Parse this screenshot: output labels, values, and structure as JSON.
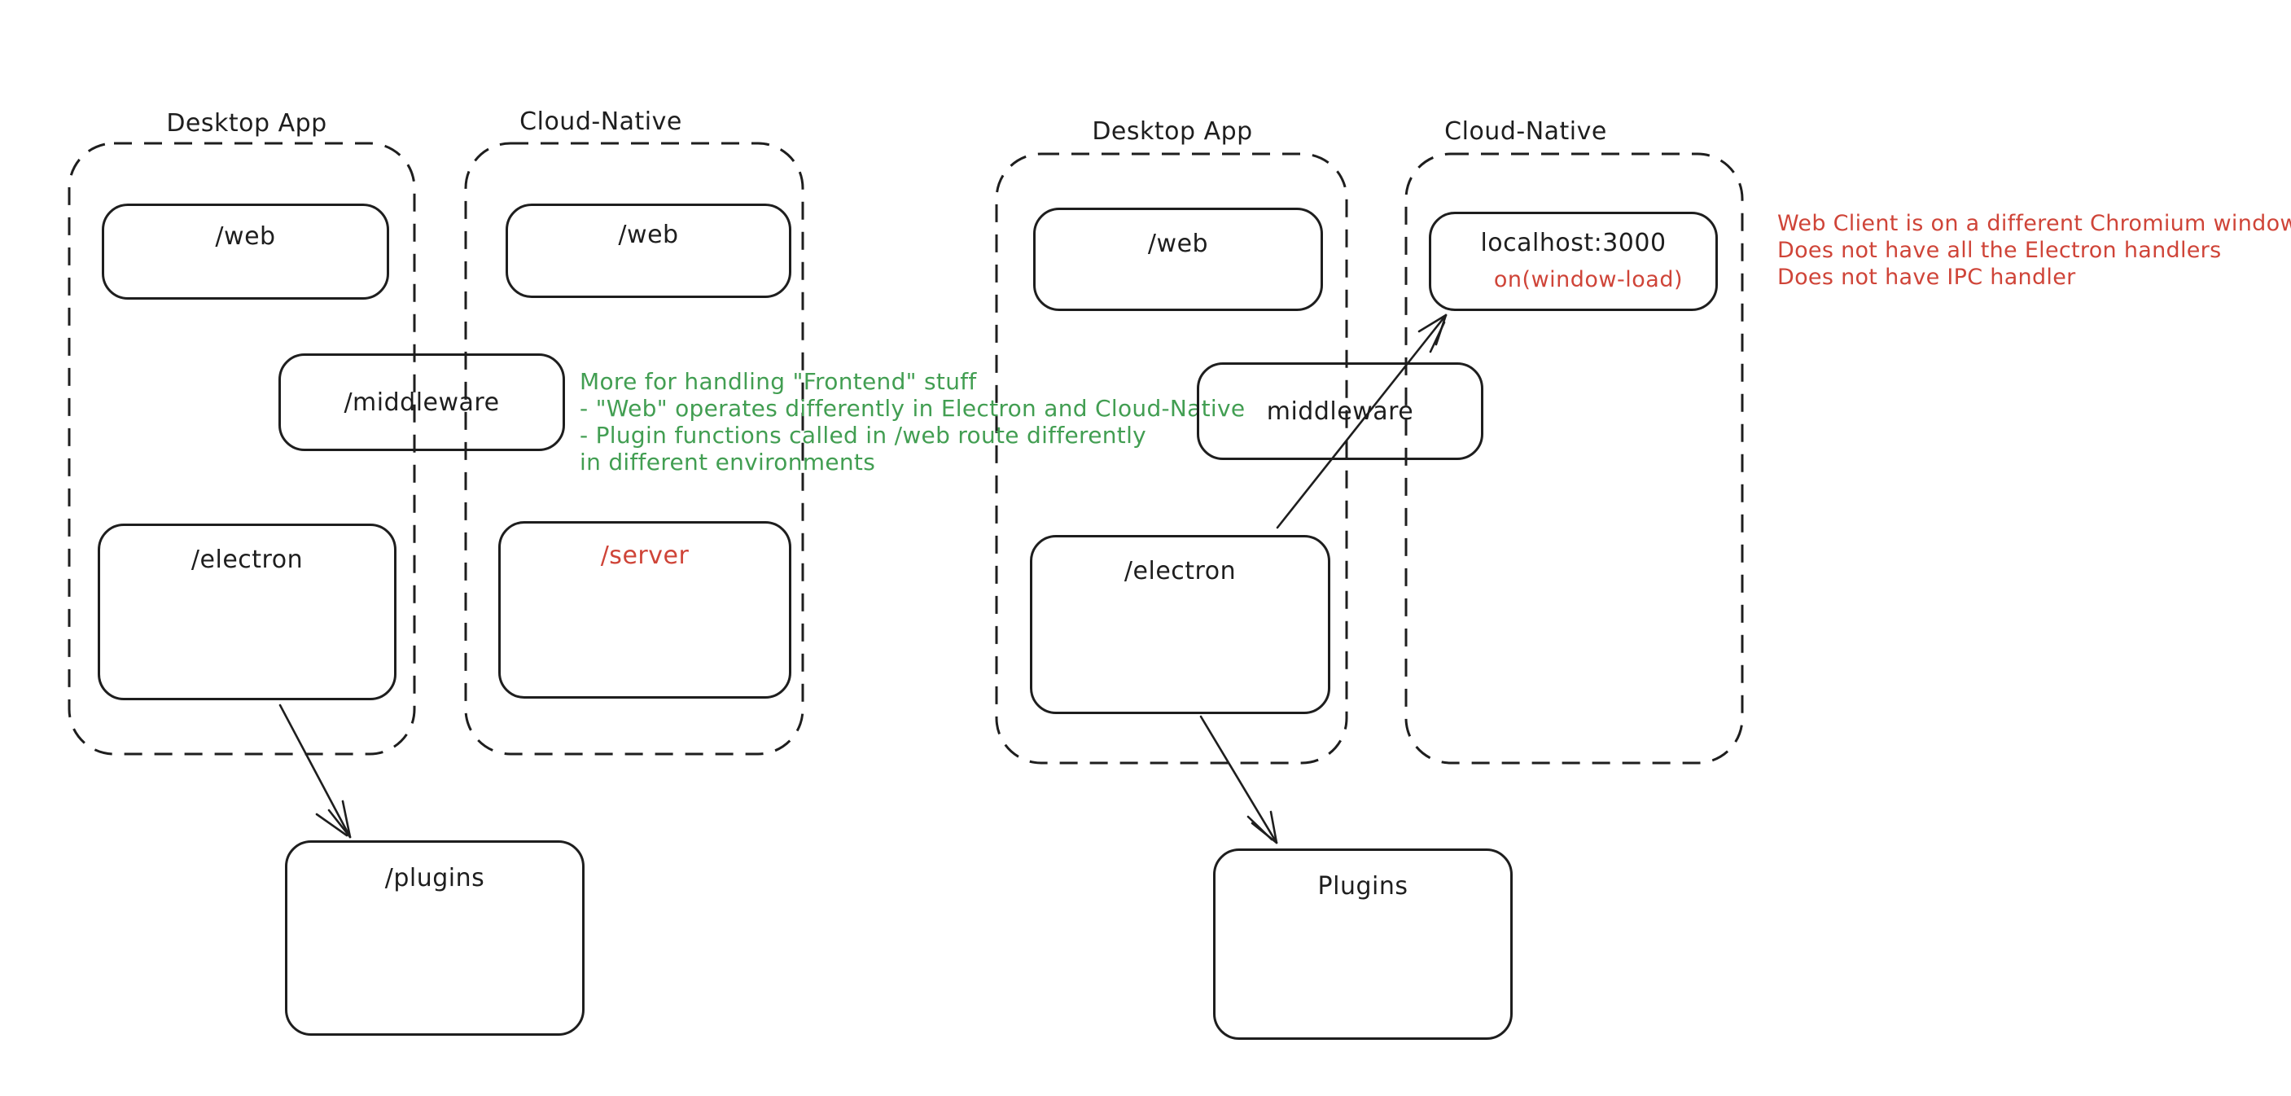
{
  "colors": {
    "ink": "#1e1e1e",
    "background": "#ffffff",
    "red_accent": "#cf4438",
    "green_accent": "#429e52"
  },
  "left": {
    "desktop_title": "Desktop App",
    "cloud_title": "Cloud-Native",
    "web_desktop_label": "/web",
    "web_cloud_label": "/web",
    "middleware_label": "/middleware",
    "electron_label": "/electron",
    "server_label": "/server",
    "plugins_label": "/plugins",
    "note_lines": [
      "More for handling \"Frontend\" stuff",
      "- \"Web\" operates differently in Electron and Cloud-Native",
      "- Plugin functions called in /web route differently",
      "in different environments"
    ]
  },
  "right": {
    "desktop_title": "Desktop App",
    "cloud_title": "Cloud-Native",
    "web_label": "/web",
    "localhost_label": "localhost:3000",
    "localhost_event_label": "on(window-load)",
    "middleware_label": "middleware",
    "electron_label": "/electron",
    "plugins_label": "Plugins",
    "note_lines": [
      "Web Client is on a different Chromium window",
      "Does not have all the Electron handlers",
      "Does not have IPC handler"
    ]
  }
}
